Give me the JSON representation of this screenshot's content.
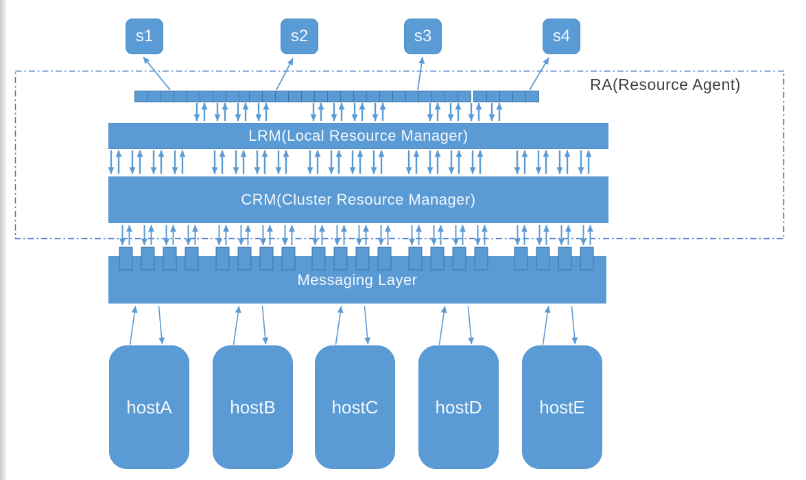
{
  "diagram": {
    "s_nodes": [
      {
        "label": "s1"
      },
      {
        "label": "s2"
      },
      {
        "label": "s3"
      },
      {
        "label": "s4"
      }
    ],
    "ra": {
      "label": "RA(Resource Agent)"
    },
    "lrm": {
      "label": "LRM(Local Resource Manager)"
    },
    "crm": {
      "label": "CRM(Cluster Resource Manager)"
    },
    "messaging": {
      "label": "Messaging Layer"
    },
    "hosts": [
      {
        "label": "hostA"
      },
      {
        "label": "hostB"
      },
      {
        "label": "hostC"
      },
      {
        "label": "hostD"
      },
      {
        "label": "hostE"
      }
    ]
  },
  "colors": {
    "node_fill": "#5b9bd5",
    "node_border": "#41719c",
    "node_text": "#f2f7fc",
    "arrow": "#5b9bd5",
    "boundary": "#4472c4",
    "label_text": "#3f3f3f",
    "background": "#ffffff"
  }
}
